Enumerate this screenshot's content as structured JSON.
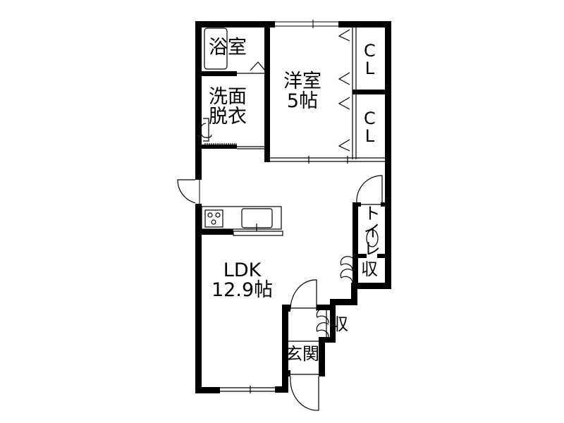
{
  "plan": {
    "type": "floor-plan",
    "rooms": [
      {
        "id": "bathroom",
        "label": "浴室"
      },
      {
        "id": "washroom",
        "label": "洗面\n脱衣"
      },
      {
        "id": "western_room",
        "label": "洋室\n5帖"
      },
      {
        "id": "closet_1",
        "label": "C\nL"
      },
      {
        "id": "closet_2",
        "label": "C\nL"
      },
      {
        "id": "toilet",
        "label": "トイレ"
      },
      {
        "id": "storage_1",
        "label": "収"
      },
      {
        "id": "ldk",
        "label": "LDK\n12.9帖"
      },
      {
        "id": "storage_2",
        "label": "収"
      },
      {
        "id": "entrance",
        "label": "玄関"
      }
    ],
    "colors": {
      "wall": "#000000",
      "line": "#000000",
      "background": "#ffffff"
    }
  }
}
